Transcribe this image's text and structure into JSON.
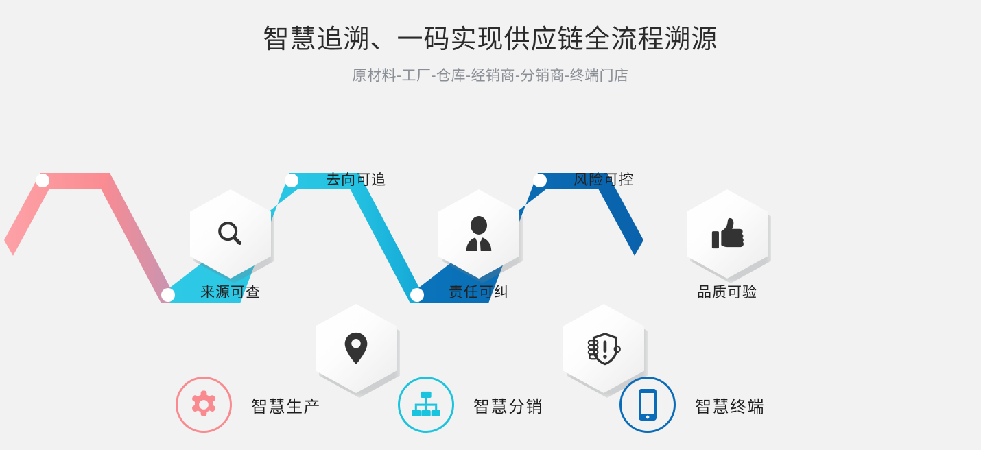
{
  "header": {
    "title": "智慧追溯、一码实现供应链全流程溯源",
    "subtitle": "原材料-工厂-仓库-经销商-分销商-终端门店"
  },
  "flow": {
    "nodes": [
      {
        "label": "来源可查",
        "icon": "magnifier-icon",
        "position": "peak",
        "label_position": "below",
        "color": "#fa8b91"
      },
      {
        "label": "去向可追",
        "icon": "map-pin-icon",
        "position": "valley",
        "label_position": "above",
        "color": "#d58fa4"
      },
      {
        "label": "责任可纠",
        "icon": "businessman-icon",
        "position": "peak",
        "label_position": "below",
        "color": "#2ec9e5"
      },
      {
        "label": "风险可控",
        "icon": "shield-alert-icon",
        "position": "valley",
        "label_position": "above",
        "color": "#11a5d4"
      },
      {
        "label": "品质可验",
        "icon": "thumbs-up-icon",
        "position": "peak",
        "label_position": "below",
        "color": "#0a6cb8"
      }
    ],
    "band_colors": {
      "pink": "#fa8b91",
      "pink_light": "#fca2a7",
      "cyan": "#2ec9e5",
      "cyan_dark": "#11a5d4",
      "blue": "#0a6cb8",
      "blue_dark": "#0a62ab"
    },
    "marker_color": "#ffffff"
  },
  "footer": {
    "items": [
      {
        "label": "智慧生产",
        "icon": "gear-icon",
        "color": "#f98a8f"
      },
      {
        "label": "智慧分销",
        "icon": "sitemap-icon",
        "color": "#1ac4de"
      },
      {
        "label": "智慧终端",
        "icon": "smartphone-icon",
        "color": "#0a6cb8"
      }
    ]
  },
  "colors": {
    "background": "#f2f2f2",
    "title": "#2b2b2b",
    "subtitle": "#8a8f96",
    "icon_dark": "#333333"
  }
}
